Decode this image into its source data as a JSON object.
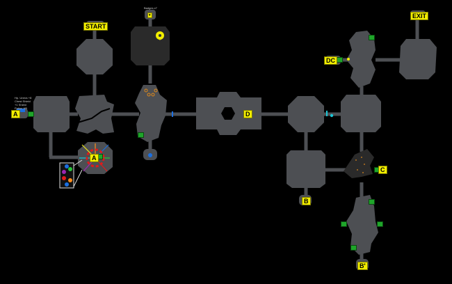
{
  "map": {
    "labels": {
      "start": "START",
      "exit": "EXIT",
      "a_left": "A",
      "a_center": "A",
      "b_lower": "B",
      "b_prime": "B'",
      "c": "C",
      "d": "D",
      "dc": "DC"
    },
    "notes": {
      "top_note": "Badges x7",
      "left_note_1": "Hp. Unecs +8",
      "left_note_2": "Chest Shield",
      "left_note_3": "+1 Shield",
      "left_note_4": "Potion HB"
    },
    "colors": {
      "room": "#4d4f53",
      "background": "#000000",
      "label": "#f2ee00",
      "chest": "#1fa52a",
      "gem_blue": "#1b6fe0",
      "gem_cyan": "#19c6d6"
    },
    "icons": {
      "chest": "chest-icon",
      "gem": "gem-icon",
      "keyhole": "keyhole-icon",
      "legend_panel": "legend-panel"
    }
  }
}
